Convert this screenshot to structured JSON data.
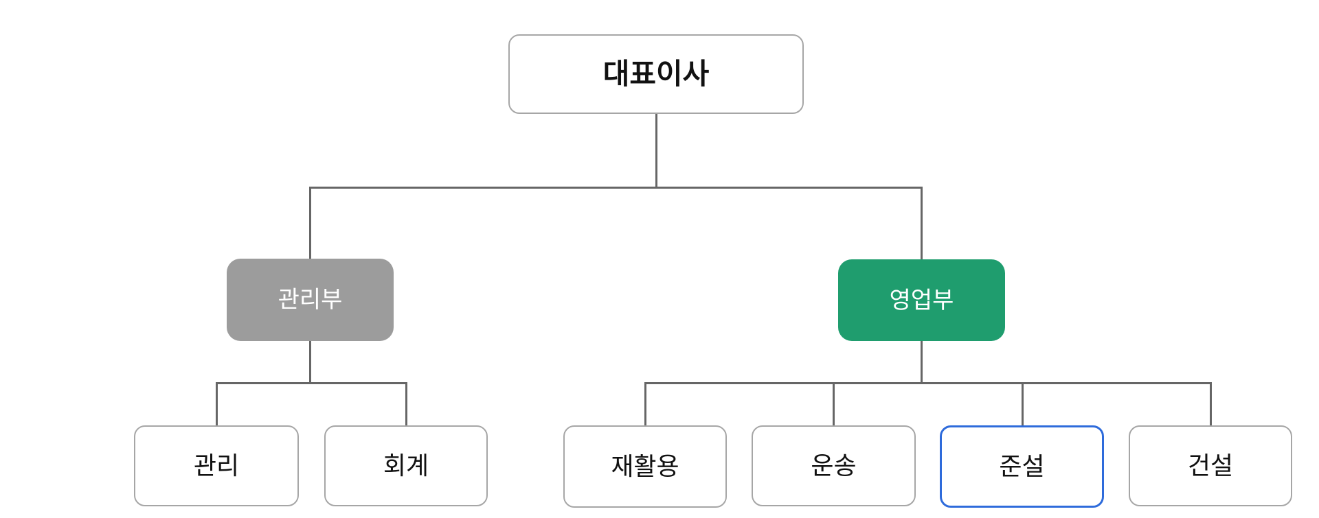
{
  "org_chart": {
    "nodes": {
      "ceo": {
        "label": "대표이사",
        "level": 1,
        "style": "outlined",
        "selected": false
      },
      "management_dept": {
        "label": "관리부",
        "level": 2,
        "style": "filled-gray",
        "selected": false
      },
      "sales_dept": {
        "label": "영업부",
        "level": 2,
        "style": "filled-green",
        "selected": false
      },
      "management": {
        "label": "관리",
        "level": 3,
        "style": "outlined",
        "selected": false
      },
      "accounting": {
        "label": "회계",
        "level": 3,
        "style": "outlined",
        "selected": false
      },
      "recycling": {
        "label": "재활용",
        "level": 3,
        "style": "outlined",
        "selected": false
      },
      "transport": {
        "label": "운송",
        "level": 3,
        "style": "outlined",
        "selected": false
      },
      "dredging": {
        "label": "준설",
        "level": 3,
        "style": "outlined-selected",
        "selected": true
      },
      "construction": {
        "label": "건설",
        "level": 3,
        "style": "outlined",
        "selected": false
      }
    },
    "edges": [
      {
        "from": "ceo",
        "to": "management_dept"
      },
      {
        "from": "ceo",
        "to": "sales_dept"
      },
      {
        "from": "management_dept",
        "to": "management"
      },
      {
        "from": "management_dept",
        "to": "accounting"
      },
      {
        "from": "sales_dept",
        "to": "recycling"
      },
      {
        "from": "sales_dept",
        "to": "transport"
      },
      {
        "from": "sales_dept",
        "to": "dredging"
      },
      {
        "from": "sales_dept",
        "to": "construction"
      }
    ]
  },
  "colors": {
    "background": "#ffffff",
    "node_border": "#a6a6a6",
    "node_text_dark": "#111111",
    "node_text_light": "#ffffff",
    "management_dept_fill": "#9c9c9c",
    "sales_dept_fill": "#1f9d6e",
    "selected_border": "#2e6bdb",
    "connector": "#666666"
  }
}
